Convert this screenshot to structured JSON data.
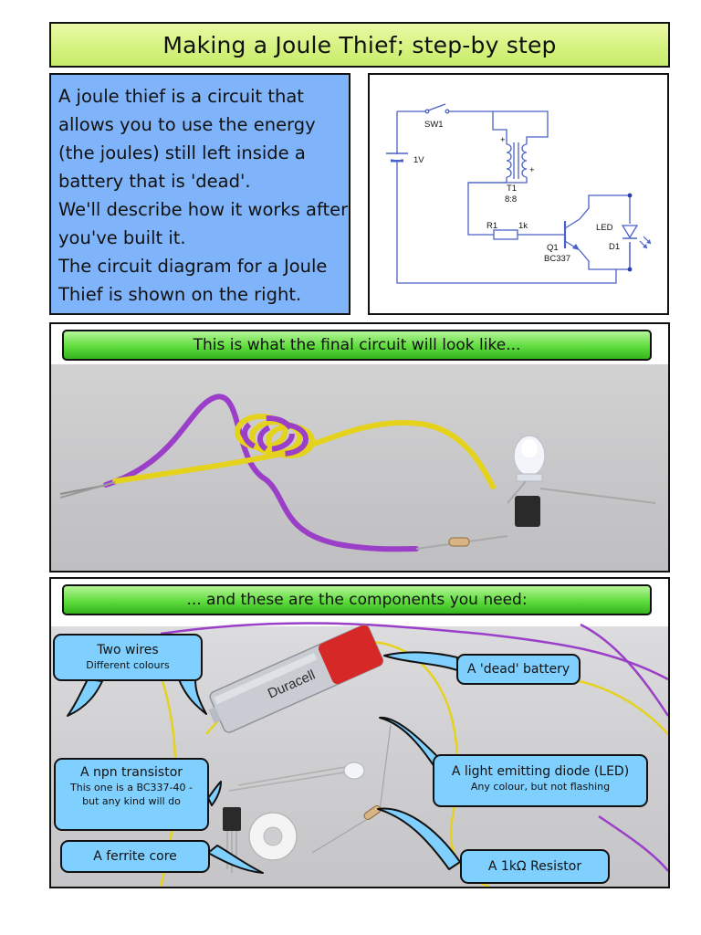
{
  "title": "Making  a Joule Thief; step-by step",
  "intro": {
    "lines": [
      "A joule thief is a circuit that",
      "allows you to use the energy",
      "(the joules) still left inside a",
      "battery that is 'dead'.",
      "We'll describe how it works after",
      "you've built it.",
      "The circuit diagram for a Joule",
      "Thief is shown on the right."
    ]
  },
  "schematic": {
    "sw": "SW1",
    "volt": "1V",
    "t1": "T1",
    "ratio": "8:8",
    "r1": "R1",
    "r_val": "1k",
    "q1": "Q1",
    "q_part": "BC337",
    "led": "LED",
    "d1": "D1",
    "plus": "+"
  },
  "final_banner": "This is what the final circuit will look like...",
  "components_banner": "... and these are the components you need:",
  "callouts": {
    "wires_title": "Two wires",
    "wires_sub": "Different colours",
    "battery": "A 'dead' battery",
    "transistor_title": "A npn transistor",
    "transistor_sub1": "This one is a BC337-40 -",
    "transistor_sub2": "but any kind will do",
    "led_title": "A light emitting diode (LED)",
    "led_sub": "Any colour, but not flashing",
    "ferrite": "A ferrite core",
    "resistor": "A 1kΩ Resistor"
  },
  "battery_print": "Duracell",
  "colors": {
    "title_bg": "#d4f27e",
    "intro_bg": "#7fb4fb",
    "banner_green": "#5fdc3e",
    "callout_blue": "#7fd0ff",
    "wire_purple": "#9b3fc8",
    "wire_yellow": "#e5d21d",
    "schematic_blue": "#4a62c8"
  }
}
